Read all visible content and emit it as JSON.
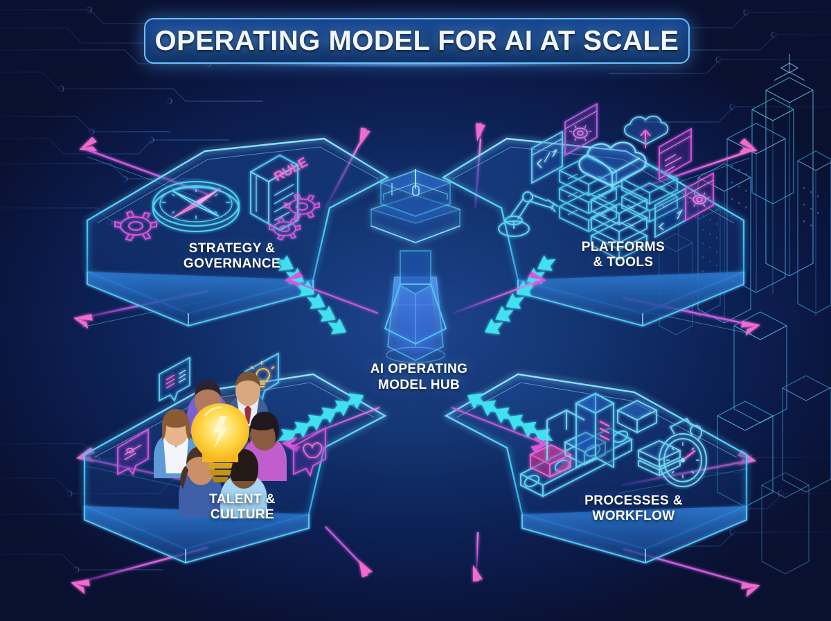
{
  "title": {
    "text": "OPERATING MODEL FOR AI AT SCALE"
  },
  "hub": {
    "label": "AI OPERATING\nMODEL HUB",
    "icon": "control-tower-icon"
  },
  "quadrants": [
    {
      "id": "strategy-governance",
      "label": "STRATEGY &\nGOVERNANCE",
      "position": "top-left",
      "icons": [
        "compass-icon",
        "rulebook-icon",
        "gear-icon",
        "gear-icon",
        "gear-icon"
      ],
      "book_text": "RULE"
    },
    {
      "id": "platforms-tools",
      "label": "PLATFORMS\n& TOOLS",
      "position": "top-right",
      "icons": [
        "robot-arm-icon",
        "server-rack-icon",
        "cloud-icon",
        "cloud-upload-icon",
        "code-window-icon",
        "gear-window-icon",
        "terminal-window-icon"
      ]
    },
    {
      "id": "talent-culture",
      "label": "TALENT &\nCULTURE",
      "position": "bottom-left",
      "icons": [
        "people-group-icon",
        "lightbulb-icon",
        "chat-bubble-icon",
        "idea-bubble-icon",
        "heart-bubble-icon",
        "book-bubble-icon"
      ]
    },
    {
      "id": "processes-workflow",
      "label": "PROCESSES &\nWORKFLOW",
      "position": "bottom-right",
      "icons": [
        "conveyor-belt-icon",
        "package-box-icon",
        "machine-icon",
        "stacked-discs-icon",
        "stopwatch-icon"
      ]
    }
  ],
  "connectors": [
    {
      "id": "strategy-to-hub",
      "direction": "inbound",
      "arrow_count": 6,
      "color": "#3fe0f0"
    },
    {
      "id": "platforms-to-hub",
      "direction": "inbound",
      "arrow_count": 6,
      "color": "#3fe0f0"
    },
    {
      "id": "talent-to-hub",
      "direction": "inbound",
      "arrow_count": 6,
      "color": "#3fe0f0"
    },
    {
      "id": "processes-to-hub",
      "direction": "inbound",
      "arrow_count": 6,
      "color": "#3fe0f0"
    }
  ],
  "colors": {
    "background_deep": "#0a1130",
    "background_mid": "#123370",
    "background_glow": "#17408c",
    "accent_cyan": "#3fe0f0",
    "accent_blue": "#4aa8f0",
    "accent_magenta": "#d957dd",
    "accent_pink": "#f06ad0",
    "line_light": "#9fd8ff",
    "text_white": "#ffffff",
    "title_border": "#6fc0f5"
  },
  "decor": {
    "skyline": "isometric-wireframe-city",
    "circuit_traces": "pcb-trace-pattern",
    "radiating_arrows": "magenta-outbound-arrows"
  }
}
